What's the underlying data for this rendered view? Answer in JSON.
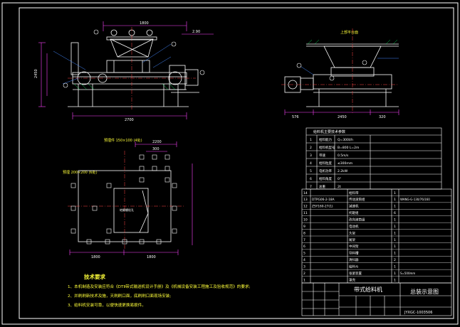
{
  "drawing": {
    "colors": {
      "background": "#000000",
      "border": "#ffffff",
      "outline": "#ffffff",
      "dimension": "#ff44ff",
      "centerline": "#ff4444",
      "annotation": "#ffff3a",
      "hatch": "#00ff66",
      "leader": "#4488ff"
    },
    "top_left_view": {
      "dim_top": "1800",
      "dim_bottom": "2700",
      "dim_left": "2450",
      "level_mark": "2.90"
    },
    "top_right_view": {
      "dim_bottom_left": "576",
      "dim_bottom_mid": "2450",
      "dim_bottom_right": "320",
      "top_label": "上部平台面"
    },
    "foundation_view": {
      "top_label": "预埋件 150×100 (4处)",
      "side_label": "预埋 200×200 (6处)",
      "dim_top": "2200",
      "dim_top2": "300",
      "dim_bottom_left": "1800",
      "dim_bottom_right": "1800",
      "center_label": "地脚螺栓孔"
    },
    "notes": {
      "title": "技术要求",
      "lines": [
        "1、本机制造及安装应符合《DTⅡ带式输送机设计手册》及《机械设备安装工程施工及验收规范》的要求;",
        "2、并刷刷新技术及施，天刷刷口面，底刷刷口面现场安装;",
        "3、给料机安装可靠，以便快速更换易损件。"
      ]
    },
    "params_table": {
      "title": "给料机主要技术参数",
      "rows": [
        {
          "no": "1",
          "name": "给料能力",
          "value": "Q=300t/h"
        },
        {
          "no": "2",
          "name": "给料机型号",
          "value": "B=800 L=2m"
        },
        {
          "no": "3",
          "name": "带速",
          "value": "0.5m/s"
        },
        {
          "no": "4",
          "name": "给料粒度",
          "value": "≤300mm"
        },
        {
          "no": "5",
          "name": "电机功率",
          "value": "2.2kW"
        },
        {
          "no": "6",
          "name": "给料角度",
          "value": "0°"
        },
        {
          "no": "7",
          "name": "总重",
          "value": "2t"
        }
      ]
    },
    "bom": {
      "rows": [
        {
          "no": "14",
          "code": "",
          "name": "给料带",
          "qty": "1",
          "note": ""
        },
        {
          "no": "13",
          "code": "DTPG06-2-18A",
          "name": "传动滚筒组",
          "qty": "1",
          "note": "WANG-G-130/76/160"
        },
        {
          "no": "12",
          "code": "ZSY160-27(1)",
          "name": "减速机",
          "qty": "1",
          "note": ""
        },
        {
          "no": "11",
          "code": "",
          "name": "托辊组",
          "qty": "6",
          "note": ""
        },
        {
          "no": "10",
          "code": "",
          "name": "改向滚筒组",
          "qty": "1",
          "note": ""
        },
        {
          "no": "9",
          "code": "",
          "name": "电动机",
          "qty": "1",
          "note": ""
        },
        {
          "no": "8",
          "code": "",
          "name": "头架",
          "qty": "1",
          "note": ""
        },
        {
          "no": "7",
          "code": "",
          "name": "尾架",
          "qty": "1",
          "note": ""
        },
        {
          "no": "6",
          "code": "",
          "name": "中间架",
          "qty": "1",
          "note": ""
        },
        {
          "no": "5",
          "code": "",
          "name": "导料槽",
          "qty": "1",
          "note": ""
        },
        {
          "no": "4",
          "code": "",
          "name": "清扫器",
          "qty": "2",
          "note": ""
        },
        {
          "no": "3",
          "code": "",
          "name": "给料斗",
          "qty": "1",
          "note": ""
        },
        {
          "no": "2",
          "code": "",
          "name": "张紧装置",
          "qty": "1",
          "note": "S=500mm"
        },
        {
          "no": "1",
          "code": "",
          "name": "罩壳",
          "qty": "1",
          "note": ""
        }
      ]
    },
    "title_block": {
      "name": "带式给料机",
      "drawing_name": "总装示意图",
      "drawing_no": "JYXGC-1003506"
    }
  }
}
